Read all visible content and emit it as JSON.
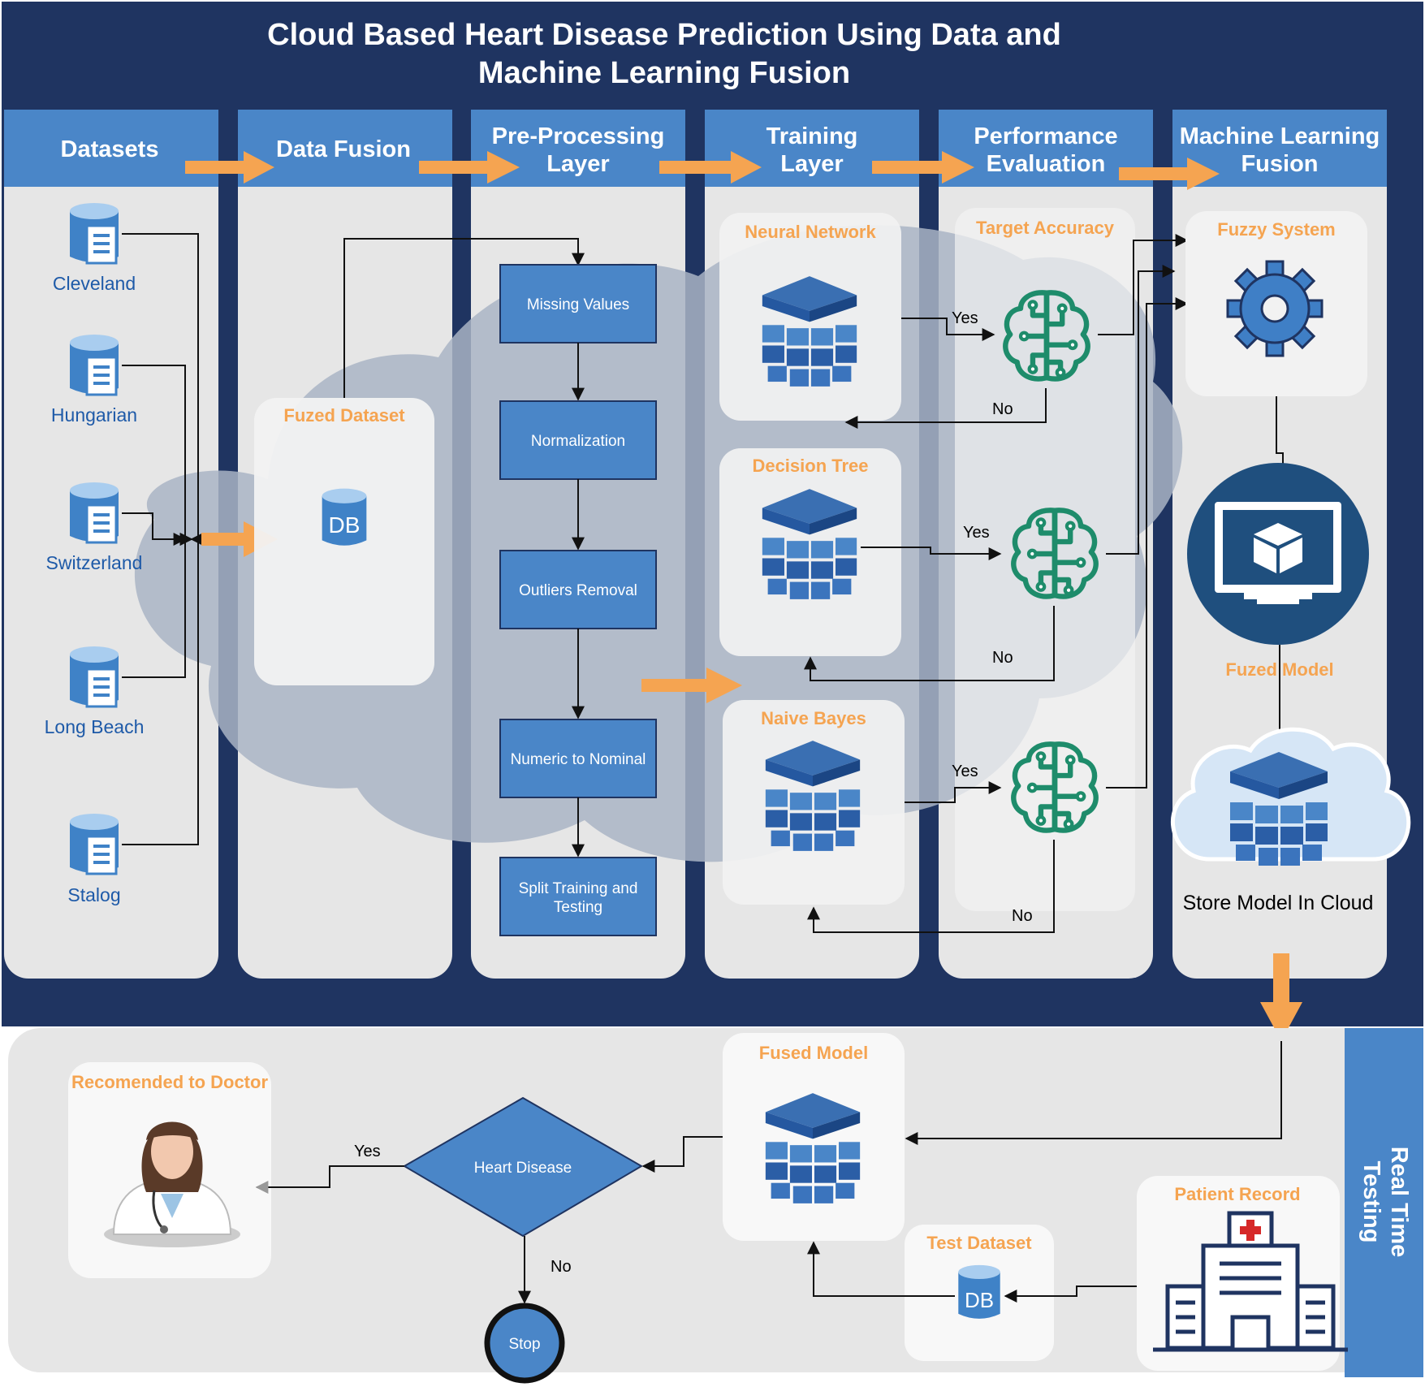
{
  "title_lines": [
    "Cloud Based Heart Disease Prediction Using Data and",
    "Machine Learning Fusion"
  ],
  "columns": {
    "datasets": [
      "Datasets"
    ],
    "fusion": [
      "Data Fusion"
    ],
    "preprocess": [
      "Pre-Processing",
      "Layer"
    ],
    "training": [
      "Training",
      "Layer"
    ],
    "performance": [
      "Performance",
      "Evaluation"
    ],
    "mlfusion": [
      "Machine Learning",
      "Fusion"
    ]
  },
  "datasets": [
    "Cleveland",
    "Hungarian",
    "Switzerland",
    "Long Beach",
    "Stalog"
  ],
  "fuzed_dataset": {
    "title": "Fuzed Dataset",
    "db": "DB"
  },
  "preprocessing_steps": [
    "Missing Values",
    "Normalization",
    "Outliers Removal",
    "Numeric to Nominal",
    [
      "Split Training and",
      "Testing"
    ]
  ],
  "training": {
    "neural_network": "Neural Network",
    "decision_tree": "Decision Tree",
    "naive_bayes": "Naive Bayes"
  },
  "performance": {
    "target_accuracy": "Target Accuracy",
    "yes": "Yes",
    "no": "No"
  },
  "ml_fusion": {
    "fuzzy_system": "Fuzzy System",
    "fuzed_model": "Fuzed Model",
    "store": "Store Model In Cloud"
  },
  "realtime": {
    "label_lines": [
      "Real Time",
      "Testing"
    ],
    "fused_model": "Fused Model",
    "recommended": "Recomended to Doctor",
    "decision": "Heart Disease",
    "yes": "Yes",
    "no": "No",
    "stop": "Stop",
    "test_dataset": "Test Dataset",
    "patient_record": "Patient Record",
    "db": "DB"
  },
  "colors": {
    "navy": "#1f3461",
    "blue": "#4a86c8",
    "orange": "#f5a451",
    "green": "#1e8c6b",
    "panel": "#e6e6e6"
  }
}
